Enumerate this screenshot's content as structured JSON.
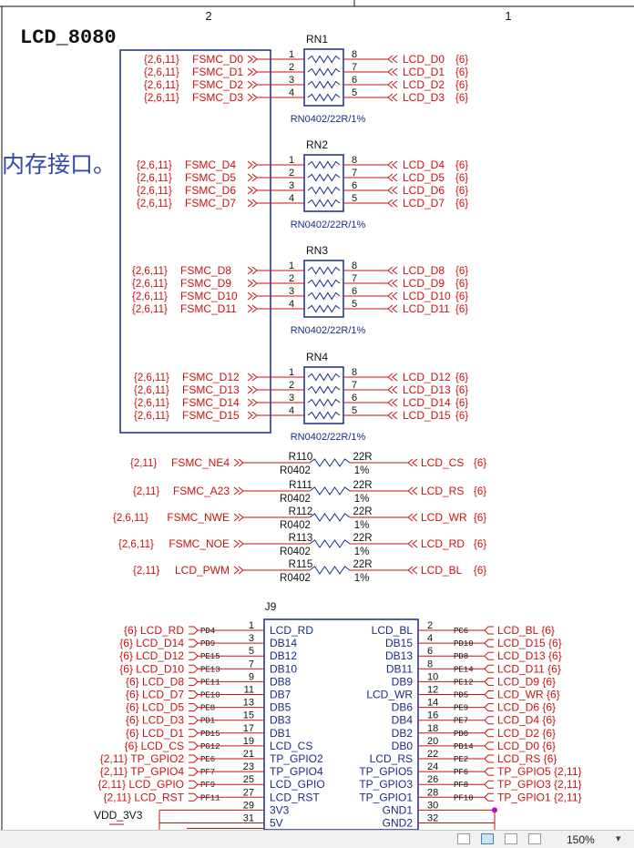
{
  "frame": {
    "col_left": "2",
    "col_right": "1"
  },
  "title": "LCD_8080",
  "side_text": "内存接口。",
  "networks": [
    {
      "ref": "RN1",
      "part": "RN0402/22R/1%",
      "rows": [
        {
          "lsheet": "{2,6,11}",
          "lnet": "FSMC_D0",
          "pin_l": "1",
          "pin_r": "8",
          "rnet": "LCD_D0",
          "rsheet": "{6}"
        },
        {
          "lsheet": "{2,6,11}",
          "lnet": "FSMC_D1",
          "pin_l": "2",
          "pin_r": "7",
          "rnet": "LCD_D1",
          "rsheet": "{6}"
        },
        {
          "lsheet": "{2,6,11}",
          "lnet": "FSMC_D2",
          "pin_l": "3",
          "pin_r": "6",
          "rnet": "LCD_D2",
          "rsheet": "{6}"
        },
        {
          "lsheet": "{2,6,11}",
          "lnet": "FSMC_D3",
          "pin_l": "4",
          "pin_r": "5",
          "rnet": "LCD_D3",
          "rsheet": "{6}"
        }
      ]
    },
    {
      "ref": "RN2",
      "part": "RN0402/22R/1%",
      "rows": [
        {
          "lsheet": "{2,6,11}",
          "lnet": "FSMC_D4",
          "pin_l": "1",
          "pin_r": "8",
          "rnet": "LCD_D4",
          "rsheet": "{6}"
        },
        {
          "lsheet": "{2,6,11}",
          "lnet": "FSMC_D5",
          "pin_l": "2",
          "pin_r": "7",
          "rnet": "LCD_D5",
          "rsheet": "{6}"
        },
        {
          "lsheet": "{2,6,11}",
          "lnet": "FSMC_D6",
          "pin_l": "3",
          "pin_r": "6",
          "rnet": "LCD_D6",
          "rsheet": "{6}"
        },
        {
          "lsheet": "{2,6,11}",
          "lnet": "FSMC_D7",
          "pin_l": "4",
          "pin_r": "5",
          "rnet": "LCD_D7",
          "rsheet": "{6}"
        }
      ]
    },
    {
      "ref": "RN3",
      "part": "RN0402/22R/1%",
      "rows": [
        {
          "lsheet": "{2,6,11}",
          "lnet": "FSMC_D8",
          "pin_l": "1",
          "pin_r": "8",
          "rnet": "LCD_D8",
          "rsheet": "{6}"
        },
        {
          "lsheet": "{2,6,11}",
          "lnet": "FSMC_D9",
          "pin_l": "2",
          "pin_r": "7",
          "rnet": "LCD_D9",
          "rsheet": "{6}"
        },
        {
          "lsheet": "{2,6,11}",
          "lnet": "FSMC_D10",
          "pin_l": "3",
          "pin_r": "6",
          "rnet": "LCD_D10",
          "rsheet": "{6}"
        },
        {
          "lsheet": "{2,6,11}",
          "lnet": "FSMC_D11",
          "pin_l": "4",
          "pin_r": "5",
          "rnet": "LCD_D11",
          "rsheet": "{6}"
        }
      ]
    },
    {
      "ref": "RN4",
      "part": "RN0402/22R/1%",
      "rows": [
        {
          "lsheet": "{2,6,11}",
          "lnet": "FSMC_D12",
          "pin_l": "1",
          "pin_r": "8",
          "rnet": "LCD_D12",
          "rsheet": "{6}"
        },
        {
          "lsheet": "{2,6,11}",
          "lnet": "FSMC_D13",
          "pin_l": "2",
          "pin_r": "7",
          "rnet": "LCD_D13",
          "rsheet": "{6}"
        },
        {
          "lsheet": "{2,6,11}",
          "lnet": "FSMC_D14",
          "pin_l": "3",
          "pin_r": "6",
          "rnet": "LCD_D14",
          "rsheet": "{6}"
        },
        {
          "lsheet": "{2,6,11}",
          "lnet": "FSMC_D15",
          "pin_l": "4",
          "pin_r": "5",
          "rnet": "LCD_D15",
          "rsheet": "{6}"
        }
      ]
    }
  ],
  "resistors": [
    {
      "lsheet": "{2,11}",
      "lnet": "FSMC_NE4",
      "ref": "R110",
      "pkg": "R0402",
      "value": "22R",
      "tol": "1%",
      "rnet": "LCD_CS",
      "rsheet": "{6}"
    },
    {
      "lsheet": "{2,11}",
      "lnet": "FSMC_A23",
      "ref": "R111",
      "pkg": "R0402",
      "value": "22R",
      "tol": "1%",
      "rnet": "LCD_RS",
      "rsheet": "{6}"
    },
    {
      "lsheet": "{2,6,11}",
      "lnet": "FSMC_NWE",
      "ref": "R112",
      "pkg": "R0402",
      "value": "22R",
      "tol": "1%",
      "rnet": "LCD_WR",
      "rsheet": "{6}"
    },
    {
      "lsheet": "{2,6,11}",
      "lnet": "FSMC_NOE",
      "ref": "R113",
      "pkg": "R0402",
      "value": "22R",
      "tol": "1%",
      "rnet": "LCD_RD",
      "rsheet": "{6}"
    },
    {
      "lsheet": "{2,11}",
      "lnet": "LCD_PWM",
      "ref": "R115",
      "pkg": "R0402",
      "value": "22R",
      "tol": "1%",
      "rnet": "LCD_BL",
      "rsheet": "{6}"
    }
  ],
  "connector": {
    "ref": "J9",
    "rows": [
      {
        "ls": "{6}",
        "ln": "LCD_RD",
        "lp": "PD4",
        "pl": "1",
        "nl": "LCD_RD",
        "nr": "LCD_BL",
        "pr": "2",
        "rp": "PC6",
        "rn": "LCD_BL",
        "rs": "{6}"
      },
      {
        "ls": "{6}",
        "ln": "LCD_D14",
        "lp": "PD9",
        "pl": "3",
        "nl": "DB14",
        "nr": "DB15",
        "pr": "4",
        "rp": "PD10",
        "rn": "LCD_D15",
        "rs": "{6}"
      },
      {
        "ls": "{6}",
        "ln": "LCD_D12",
        "lp": "PE15",
        "pl": "5",
        "nl": "DB12",
        "nr": "DB13",
        "pr": "6",
        "rp": "PD8",
        "rn": "LCD_D13",
        "rs": "{6}"
      },
      {
        "ls": "{6}",
        "ln": "LCD_D10",
        "lp": "PE13",
        "pl": "7",
        "nl": "DB10",
        "nr": "DB11",
        "pr": "8",
        "rp": "PE14",
        "rn": "LCD_D11",
        "rs": "{6}"
      },
      {
        "ls": "{6}",
        "ln": "LCD_D8",
        "lp": "PE11",
        "pl": "9",
        "nl": "DB8",
        "nr": "DB9",
        "pr": "10",
        "rp": "PE12",
        "rn": "LCD_D9",
        "rs": "{6}"
      },
      {
        "ls": "{6}",
        "ln": "LCD_D7",
        "lp": "PE10",
        "pl": "11",
        "nl": "DB7",
        "nr": "LCD_WR",
        "pr": "12",
        "rp": "PD5",
        "rn": "LCD_WR",
        "rs": "{6}"
      },
      {
        "ls": "{6}",
        "ln": "LCD_D5",
        "lp": "PE8",
        "pl": "13",
        "nl": "DB5",
        "nr": "DB6",
        "pr": "14",
        "rp": "PE9",
        "rn": "LCD_D6",
        "rs": "{6}"
      },
      {
        "ls": "{6}",
        "ln": "LCD_D3",
        "lp": "PD1",
        "pl": "15",
        "nl": "DB3",
        "nr": "DB4",
        "pr": "16",
        "rp": "PE7",
        "rn": "LCD_D4",
        "rs": "{6}"
      },
      {
        "ls": "{6}",
        "ln": "LCD_D1",
        "lp": "PD15",
        "pl": "17",
        "nl": "DB1",
        "nr": "DB2",
        "pr": "18",
        "rp": "PD0",
        "rn": "LCD_D2",
        "rs": "{6}"
      },
      {
        "ls": "{6}",
        "ln": "LCD_CS",
        "lp": "PG12",
        "pl": "19",
        "nl": "LCD_CS",
        "nr": "DB0",
        "pr": "20",
        "rp": "PD14",
        "rn": "LCD_D0",
        "rs": "{6}"
      },
      {
        "ls": "{2,11}",
        "ln": "TP_GPIO2",
        "lp": "PE6",
        "pl": "21",
        "nl": "TP_GPIO2",
        "nr": "LCD_RS",
        "pr": "22",
        "rp": "PE2",
        "rn": "LCD_RS",
        "rs": "{6}"
      },
      {
        "ls": "{2,11}",
        "ln": "TP_GPIO4",
        "lp": "PF7",
        "pl": "23",
        "nl": "TP_GPIO4",
        "nr": "TP_GPIO5",
        "pr": "24",
        "rp": "PF6",
        "rn": "TP_GPIO5",
        "rs": "{2,11}"
      },
      {
        "ls": "{2,11}",
        "ln": "LCD_GPIO",
        "lp": "PF9",
        "pl": "25",
        "nl": "LCD_GPIO",
        "nr": "TP_GPIO3",
        "pr": "26",
        "rp": "PF8",
        "rn": "TP_GPIO3",
        "rs": "{2,11}"
      },
      {
        "ls": "{2,11}",
        "ln": "LCD_RST",
        "lp": "PF11",
        "pl": "27",
        "nl": "LCD_RST",
        "nr": "TP_GPIO1",
        "pr": "28",
        "rp": "PF10",
        "rn": "TP_GPIO1",
        "rs": "{2,11}"
      },
      {
        "ls": "",
        "ln": "",
        "lp": "",
        "pl": "29",
        "nl": "3V3",
        "nr": "GND1",
        "pr": "30",
        "rp": "",
        "rn": "",
        "rs": ""
      },
      {
        "ls": "",
        "ln": "",
        "lp": "",
        "pl": "31",
        "nl": "5V",
        "nr": "GND2",
        "pr": "32",
        "rp": "",
        "rn": "",
        "rs": ""
      }
    ]
  },
  "vdd_label": "VDD_3V3",
  "statusbar": {
    "zoom": "150%",
    "caret": "▾"
  },
  "colors": {
    "wire": "#cc1111",
    "part": "#1a2a8a",
    "text": "#111111",
    "junction": "#cc00cc"
  }
}
